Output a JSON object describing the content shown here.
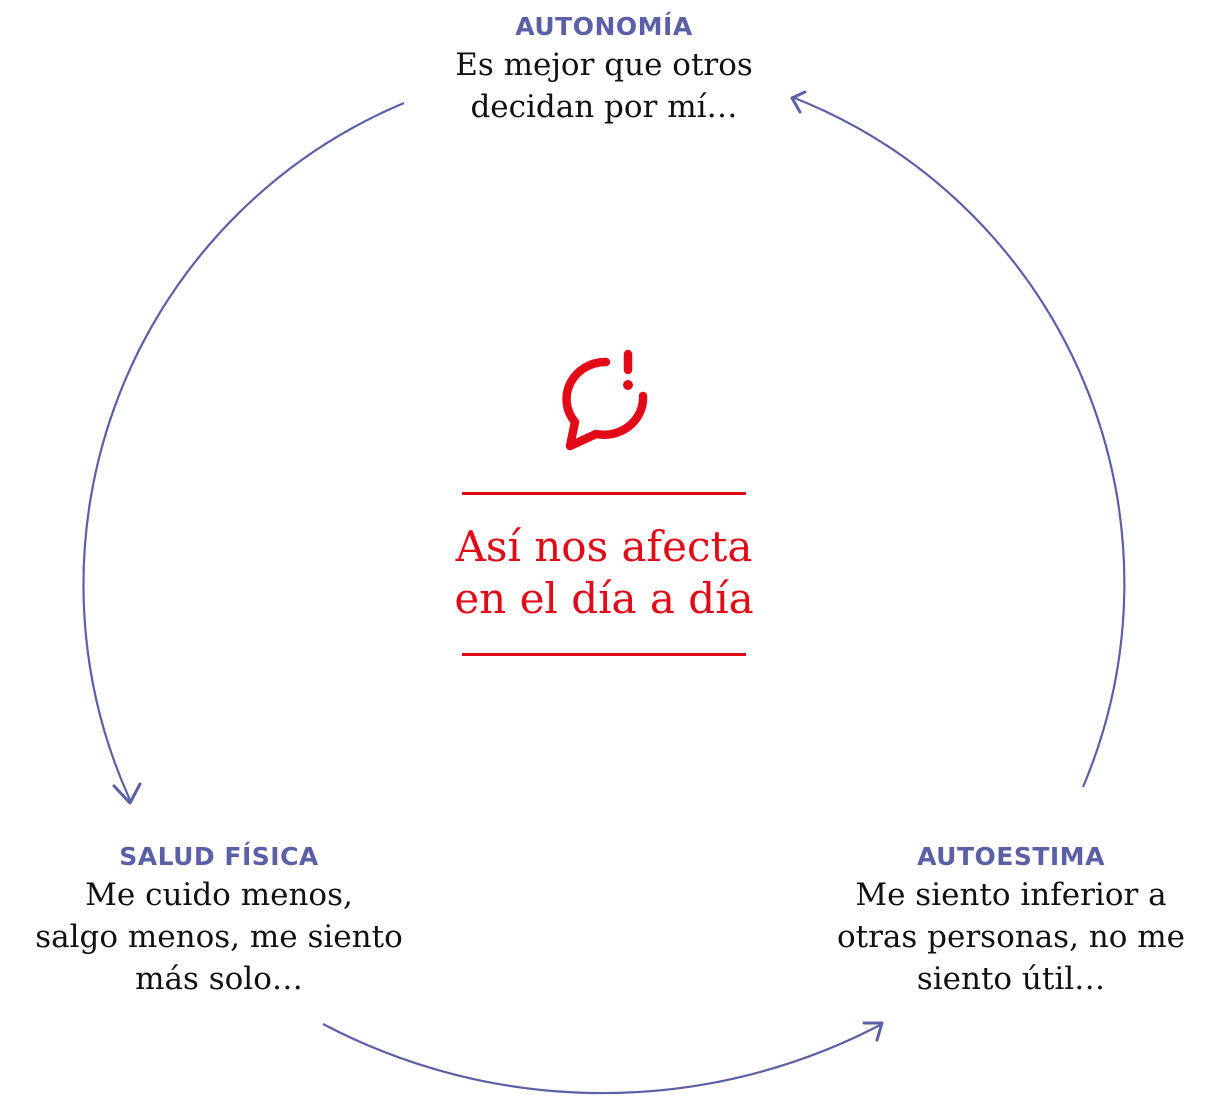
{
  "colors": {
    "accent_blue": "#5b5fa8",
    "accent_red": "#e20a17"
  },
  "center": {
    "icon": "speech-bubble-alert-icon",
    "title_line1": "Así nos afecta",
    "title_line2": "en el día a día"
  },
  "nodes": {
    "autonomia": {
      "title": "AUTONOMÍA",
      "line1": "Es mejor que otros",
      "line2": "decidan por mí…"
    },
    "salud_fisica": {
      "title": "SALUD FÍSICA",
      "line1": "Me cuido menos,",
      "line2": "salgo menos, me siento",
      "line3": "más solo…"
    },
    "autoestima": {
      "title": "AUTOESTIMA",
      "line1": "Me siento inferior a",
      "line2": "otras personas, no me",
      "line3": "siento útil…"
    }
  }
}
